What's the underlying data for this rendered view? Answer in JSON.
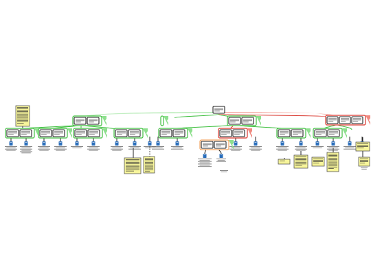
{
  "diagram": {
    "type": "argument-map",
    "palette": {
      "support_link": "#3fbf3f",
      "support_fill": "#8ee08e",
      "oppose_link": "#d9342b",
      "oppose_fill": "#f08a80",
      "rebut_fill": "#f4a460",
      "claim_box_border": "#222222",
      "claim_box_fill": "#ffffff",
      "note_fill": "#f7f59b",
      "note_border": "#555555",
      "source_icon": "#2a6ebb"
    },
    "root": {
      "text_lines": 2,
      "highlight": "none"
    },
    "branches": [
      {
        "kind": "support",
        "premise_boxes": 2,
        "note": true,
        "child_groups": 2
      },
      {
        "kind": "support",
        "premise_boxes": 2,
        "note": false,
        "child_groups": 4
      },
      {
        "kind": "oppose",
        "premise_boxes": 3,
        "note": false,
        "child_groups": 3
      }
    ],
    "note_count": 9,
    "source_icon_count": 22
  }
}
